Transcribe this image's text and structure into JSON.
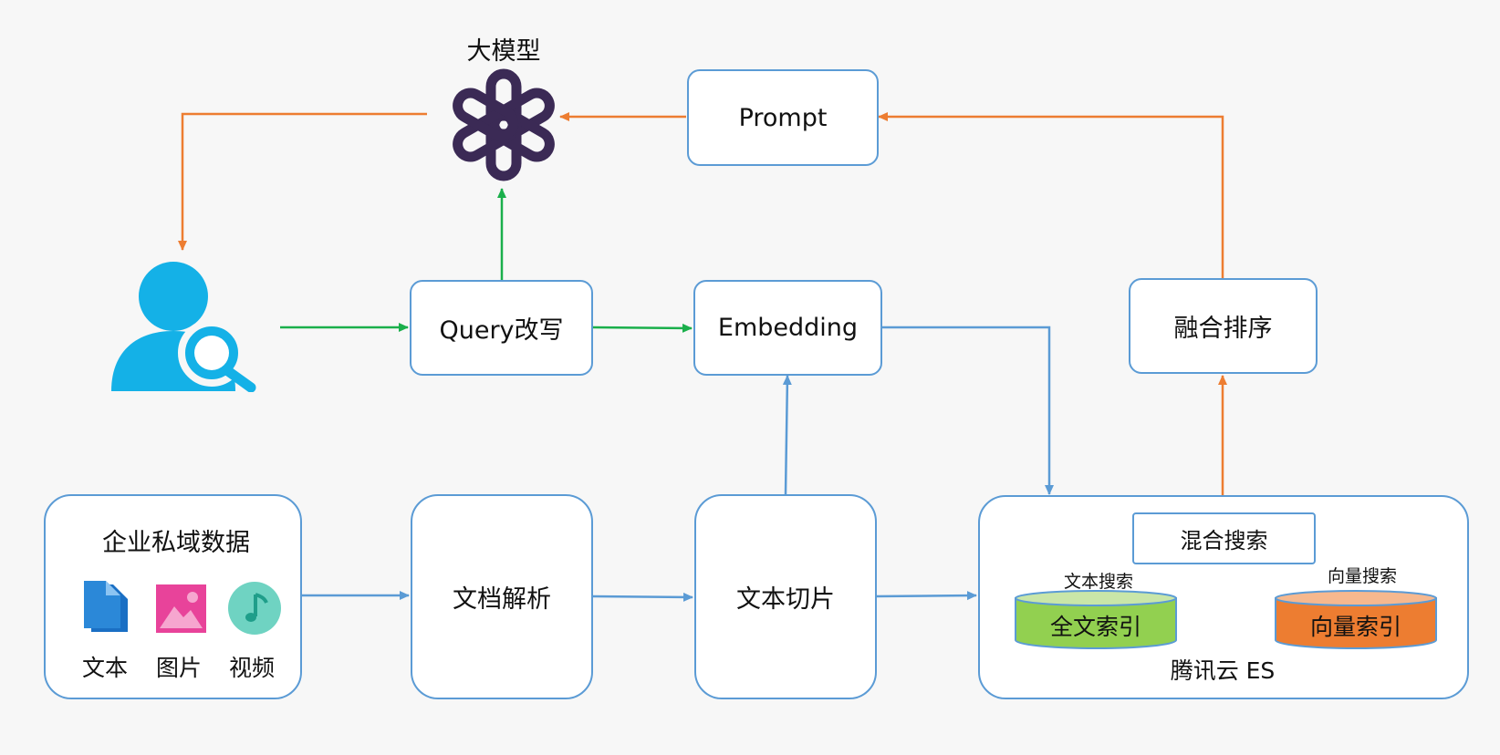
{
  "llm": {
    "title": "大模型",
    "icon": "openai-logo-icon"
  },
  "user": {
    "icon": "user-search-icon"
  },
  "boxes": {
    "prompt": "Prompt",
    "query_rewrite": "Query改写",
    "embedding": "Embedding",
    "fusion_rank": "融合排序",
    "doc_parse": "文档解析",
    "text_chunk": "文本切片"
  },
  "enterprise": {
    "title": "企业私域数据",
    "items": [
      {
        "icon": "document-icon",
        "label": "文本"
      },
      {
        "icon": "image-icon",
        "label": "图片"
      },
      {
        "icon": "music-video-icon",
        "label": "视频"
      }
    ]
  },
  "es": {
    "title": "腾讯云 ES",
    "hybrid": "混合搜索",
    "fulltext_index": "全文索引",
    "vector_index": "向量索引",
    "text_search": "文本搜索",
    "vector_search": "向量搜索"
  },
  "colors": {
    "orange_flow": "#ed7d31",
    "green_flow": "#1aaf4b",
    "blue_flow": "#5b9bd5",
    "llm_logo": "#3b2a55",
    "user_icon": "#14b1e7",
    "fulltext_fill": "#92d050",
    "vector_fill": "#ed7d31"
  }
}
